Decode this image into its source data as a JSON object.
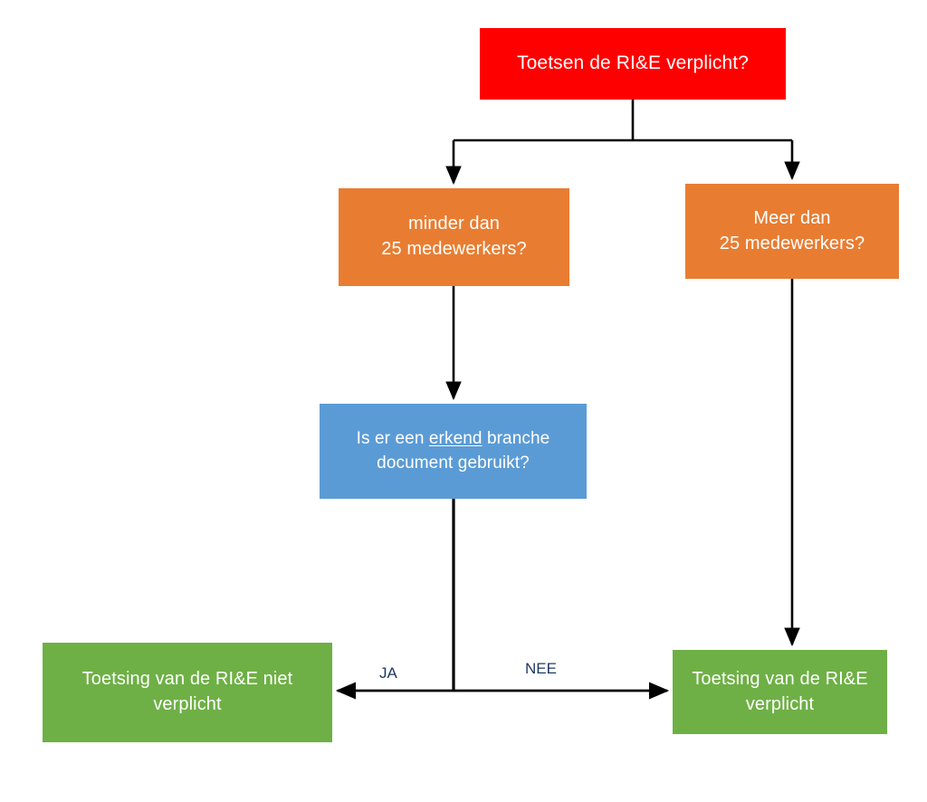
{
  "diagram": {
    "title_text": "Toetsen de RI&E verplicht?",
    "type": "flowchart",
    "background": "#FFFFFF",
    "colors": {
      "start": "#FF0000",
      "decision_orange": "#E87D32",
      "decision_blue": "#5B9BD5",
      "outcome_green": "#6EB045",
      "connector": "#000000",
      "label_text": "#1F3864",
      "node_text": "#FFFFFF"
    },
    "nodes": {
      "start": {
        "label": "Toetsen de RI&E verplicht?",
        "color": "#FF0000"
      },
      "less_than_25": {
        "line1": "minder dan",
        "line2": "25 medewerkers?",
        "color": "#E87D32"
      },
      "more_than_25": {
        "line1": "Meer dan",
        "line2": "25 medewerkers?",
        "color": "#E87D32"
      },
      "branch_document": {
        "text_before": "Is er een ",
        "text_underlined": "erkend",
        "text_after": " branche",
        "line2": "document gebruikt?",
        "color": "#5B9BD5"
      },
      "not_required": {
        "line1": "Toetsing van de RI&E niet",
        "line2": "verplicht",
        "color": "#6EB045"
      },
      "required": {
        "line1": "Toetsing van de RI&E",
        "line2": "verplicht",
        "color": "#6EB045"
      }
    },
    "edges": {
      "ja_label": "JA",
      "nee_label": "NEE"
    }
  }
}
